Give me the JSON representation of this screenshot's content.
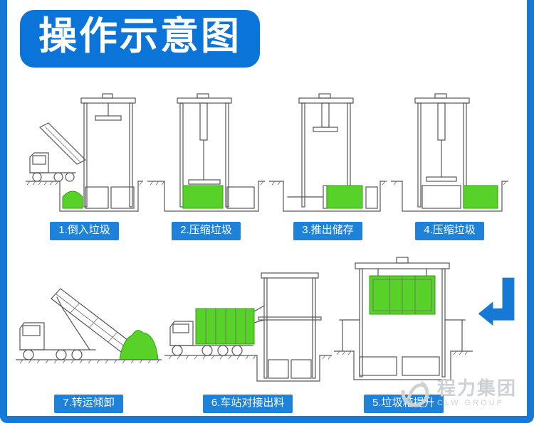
{
  "title": "操作示意图",
  "steps_row1": [
    {
      "num": 1,
      "label": "1.倒入垃圾"
    },
    {
      "num": 2,
      "label": "2.压缩垃圾"
    },
    {
      "num": 3,
      "label": "3.推出储存"
    },
    {
      "num": 4,
      "label": "4.压缩垃圾"
    }
  ],
  "steps_row2": [
    {
      "num": 7,
      "label": "7.转运倾卸"
    },
    {
      "num": 6,
      "label": "6.车站对接出料"
    },
    {
      "num": 5,
      "label": "5.垃圾箱提升"
    }
  ],
  "watermark": {
    "cn": "程力集团",
    "en": "CLW GROUP"
  },
  "colors": {
    "brand_blue": "#0b74d8",
    "label_blue": "#1e82d8",
    "frame_blue": "#1679d6",
    "garbage_green": "#58d128",
    "line_gray": "#56575c",
    "watermark_gray": "#cdd2d6"
  },
  "icons": {
    "flow_arrow": "bent-left-arrow"
  }
}
